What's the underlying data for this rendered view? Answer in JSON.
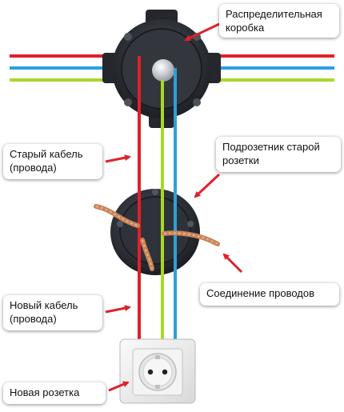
{
  "labels": {
    "junction_box": [
      "Распределительная",
      "коробка"
    ],
    "old_cable": [
      "Старый кабель",
      "(провода)"
    ],
    "old_socket_box": [
      "Подрозетник старой",
      "розетки"
    ],
    "wire_connection": [
      "Соединение проводов"
    ],
    "new_cable": [
      "Новый кабель",
      "(провода)"
    ],
    "new_socket": [
      "Новая розетка"
    ]
  },
  "colors": {
    "phase_wire": "#e0202a",
    "neutral_wire": "#2aa0e0",
    "ground_wire": "#a8d82a",
    "arrow": "#e0202a",
    "copper": "#c8845a",
    "box_body": "#2c2f36",
    "socket_plate": "#eeeeee"
  }
}
